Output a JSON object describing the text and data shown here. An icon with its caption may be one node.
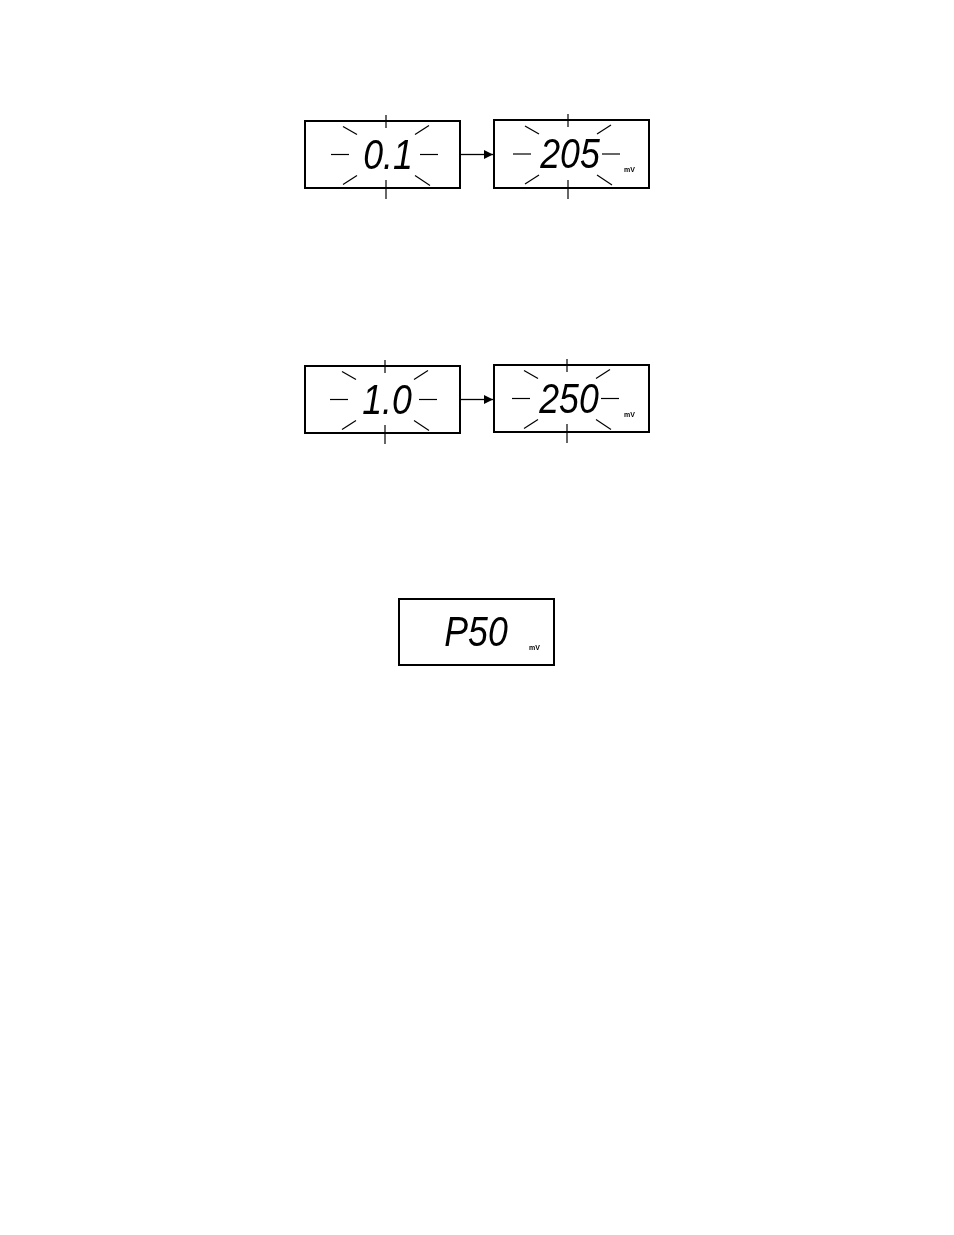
{
  "diagram": {
    "nodes": [
      {
        "text": [
          "0.1"
        ]
      },
      {
        "text": [
          "205",
          "mV"
        ]
      },
      {
        "text": [
          "1.0"
        ]
      },
      {
        "text": [
          "250",
          "mV"
        ]
      },
      {
        "text": [
          "P50",
          "mV"
        ]
      }
    ],
    "edges": [
      {
        "from": 0,
        "to": 1,
        "arrow": "to"
      },
      {
        "from": 2,
        "to": 3,
        "arrow": "to"
      }
    ]
  }
}
